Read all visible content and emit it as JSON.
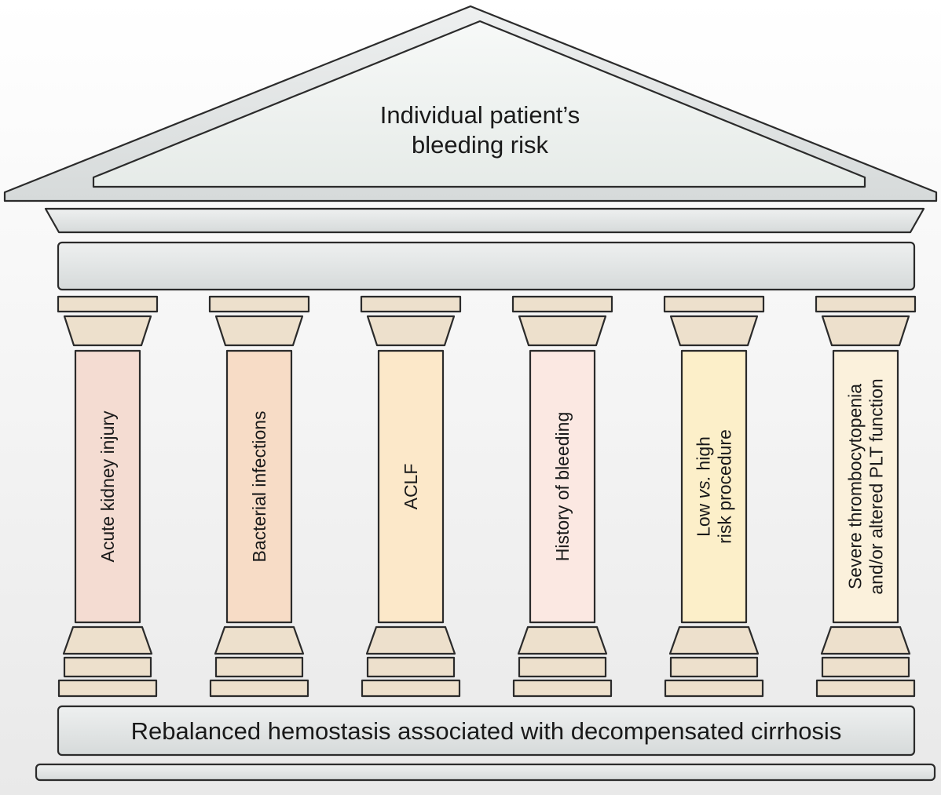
{
  "roof": {
    "line1": "Individual patient’s",
    "line2": "bleeding risk"
  },
  "pillars": [
    {
      "lines": [
        "Acute kidney injury"
      ],
      "color": "#f4dcd2"
    },
    {
      "lines": [
        "Bacterial infections"
      ],
      "color": "#f7dcc6"
    },
    {
      "lines": [
        "ACLF"
      ],
      "color": "#fce8c9"
    },
    {
      "lines": [
        "History of bleeding"
      ],
      "color": "#fbe8e2"
    },
    {
      "lines": [
        "Low vs. high",
        "risk procedure"
      ],
      "italic": "vs.",
      "color": "#fcefc9"
    },
    {
      "lines": [
        "Severe thrombocytopenia",
        "and/or altered  PLT function"
      ],
      "color": "#fbf1dc"
    }
  ],
  "base": {
    "label": "Rebalanced hemostasis associated with decompensated cirrhosis"
  },
  "colors": {
    "stone_gray": "#dfe2e2",
    "pillar_tan": "#ede0cc",
    "outline": "#2b2b2b"
  }
}
